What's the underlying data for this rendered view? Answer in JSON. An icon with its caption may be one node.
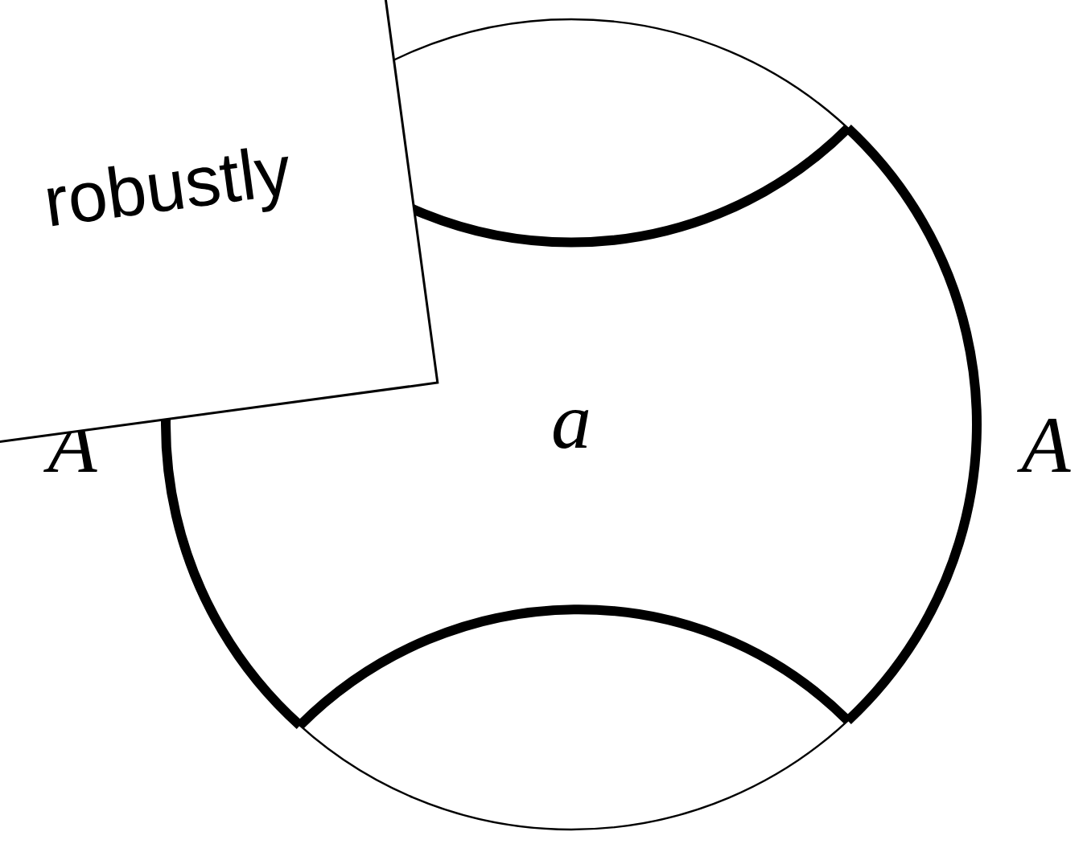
{
  "diagram": {
    "nodes": [
      {
        "text": [
          "robustly"
        ]
      }
    ],
    "labels": [
      "A",
      "a",
      "A"
    ]
  }
}
